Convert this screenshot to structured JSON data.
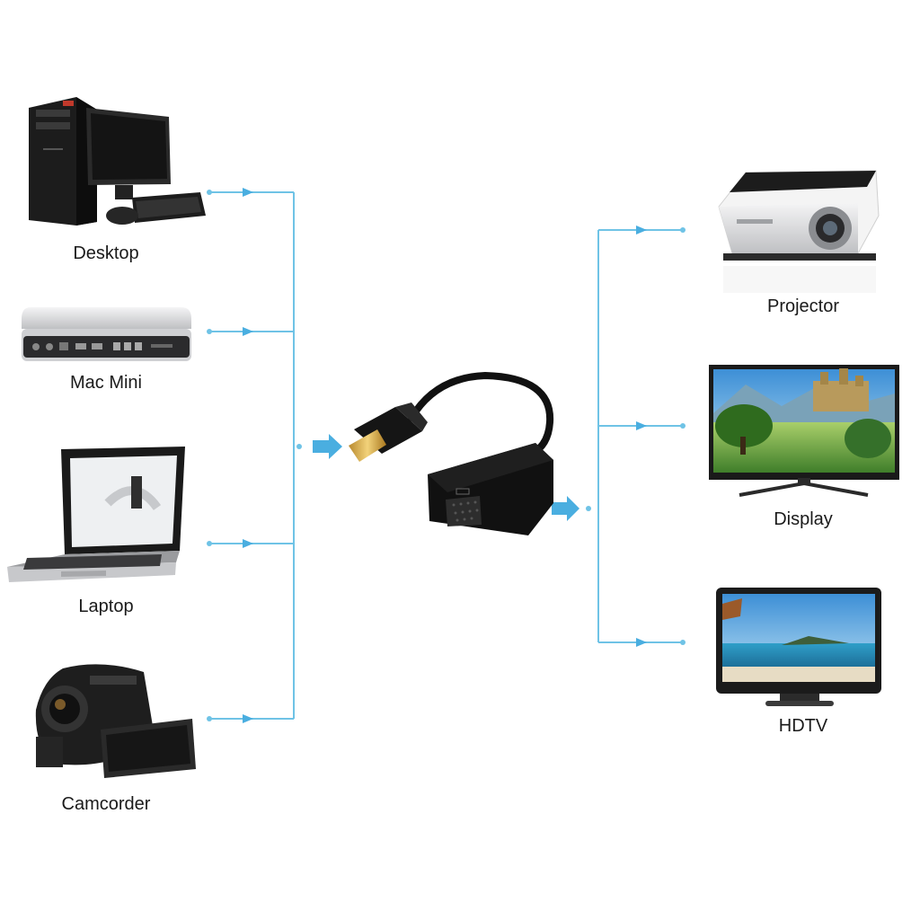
{
  "colors": {
    "connector": "#6fc3e6",
    "arrow": "#4aaee0",
    "device_dark": "#1c1c1c",
    "device_silver": "#d9dadc"
  },
  "inputs": [
    {
      "label": "Desktop",
      "icon": "desktop-computer-icon"
    },
    {
      "label": "Mac Mini",
      "icon": "mac-mini-icon"
    },
    {
      "label": "Laptop",
      "icon": "laptop-icon"
    },
    {
      "label": "Camcorder",
      "icon": "camcorder-icon"
    }
  ],
  "adapter": {
    "icon": "hdmi-to-vga-adapter-icon"
  },
  "outputs": [
    {
      "label": "Projector",
      "icon": "projector-icon"
    },
    {
      "label": "Display",
      "icon": "display-monitor-icon"
    },
    {
      "label": "HDTV",
      "icon": "hdtv-icon"
    }
  ]
}
